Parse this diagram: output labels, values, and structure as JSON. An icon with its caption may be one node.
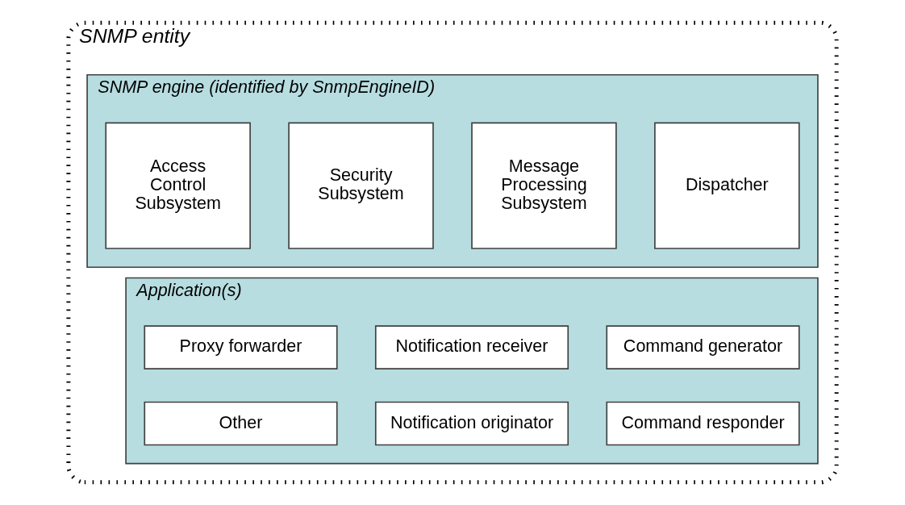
{
  "diagram": {
    "nodes": [
      {
        "text": [
          "SNMP entity"
        ]
      },
      {
        "text": [
          "SNMP engine (identified by SnmpEngineID)"
        ],
        "in": 0
      },
      {
        "text": [
          "Dispatcher"
        ],
        "in": 1
      },
      {
        "text": [
          "Message Processing Subsystem"
        ],
        "in": 1
      },
      {
        "text": [
          "Security Subsystem"
        ],
        "in": 1
      },
      {
        "text": [
          "Access Control Subsystem"
        ],
        "in": 1
      },
      {
        "text": [
          "Application(s)"
        ],
        "in": 0
      },
      {
        "text": [
          "Command generator"
        ],
        "in": 6
      },
      {
        "text": [
          "Notification receiver"
        ],
        "in": 6
      },
      {
        "text": [
          "Proxy forwarder"
        ],
        "in": 6
      },
      {
        "text": [
          "Command responder"
        ],
        "in": 6
      },
      {
        "text": [
          "Notification originator"
        ],
        "in": 6
      },
      {
        "text": [
          "Other"
        ],
        "in": 6
      }
    ]
  }
}
